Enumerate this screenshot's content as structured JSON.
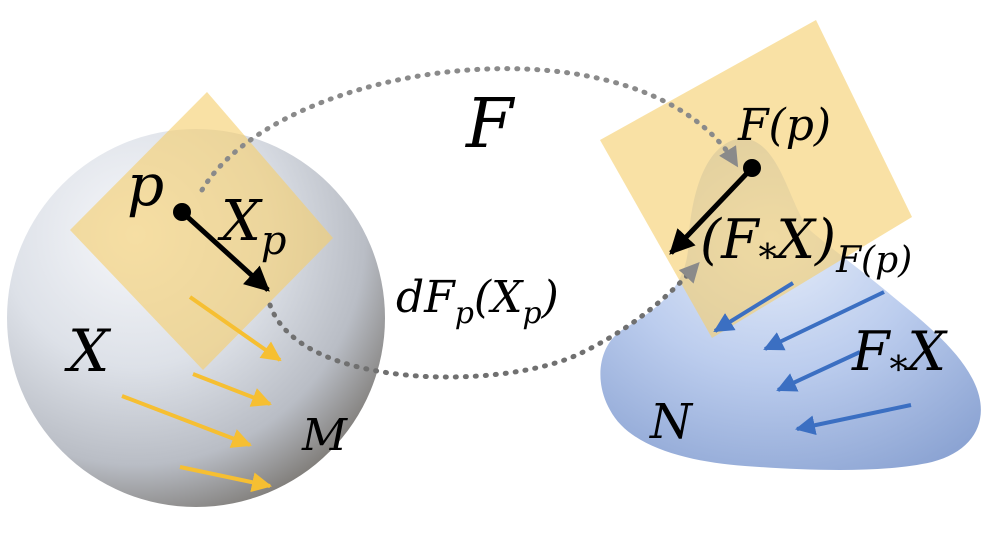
{
  "colors": {
    "background": "#ffffff",
    "sphere_light": "#f4f5f8",
    "sphere_mid": "#c3c8d2",
    "sphere_dark": "#7d7b78",
    "blob_light": "#e3ebf9",
    "blob_mid": "#b4c8ec",
    "blob_dark": "#8aa3d2",
    "tangent_plane": "#f5cf6e",
    "yellow_arrows": "#f6bf32",
    "blue_arrows": "#3b6fc2",
    "dotted_paths": "#8a8a8a",
    "vectors": "#000000"
  },
  "icons": {
    "left_manifold": "sphere",
    "right_manifold": "blob",
    "tangent_plane": "square-plane"
  },
  "labels": {
    "map": "F",
    "point": "p",
    "tangent_vector_base": "X",
    "tangent_vector_sub": "p",
    "field_left": "X",
    "manifold_left": "M",
    "differential_prefix": "dF",
    "differential_sub": "p",
    "differential_arg_open": "(X",
    "differential_arg_sub": "p",
    "differential_arg_close": ")",
    "image_point": "F(p)",
    "pushforward_open": "(F",
    "pushforward_star": "*",
    "pushforward_close": "X)",
    "pushforward_sub": "F(p)",
    "field_right_base": "F",
    "field_right_star": "*",
    "field_right_tail": "X",
    "manifold_right": "N"
  }
}
